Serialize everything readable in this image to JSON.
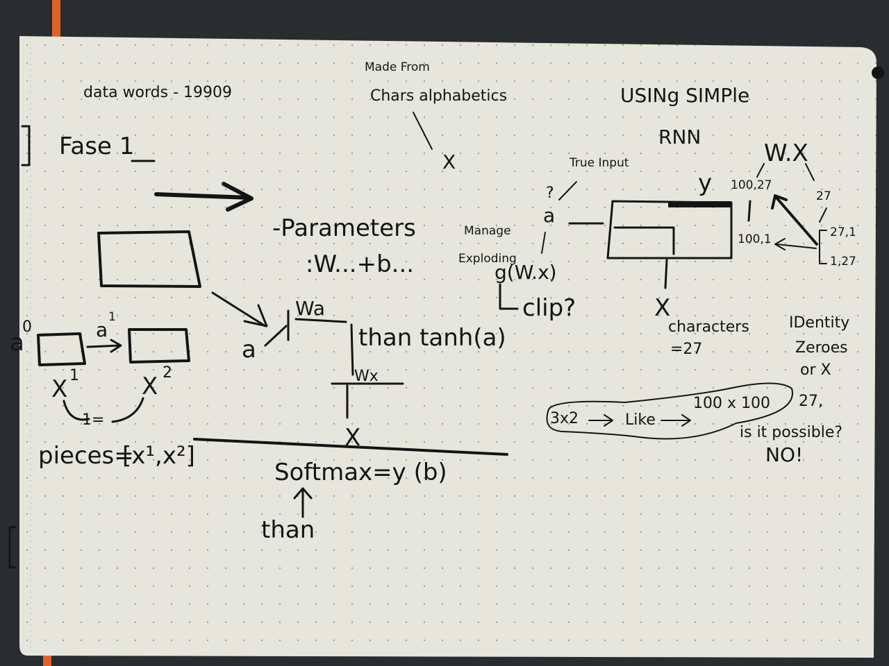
{
  "notes": {
    "top_left": "data words - 19909",
    "made_from": "Made From",
    "chars_alpha": "Chars alphabetics",
    "using": "USINg SIMPle",
    "rnn": "RNN",
    "fase": "Fase 1",
    "parameters": "-Parameters",
    "params_expr": ":W...+b...",
    "true_input": "True Input",
    "question": "?",
    "a_dot": "a",
    "manage": "Manage",
    "exploding": "Exploding",
    "g_wx": "g(W.x)",
    "clip": "clip?",
    "wx_top": "W.X",
    "y_top": "y",
    "dim_100_27": "100,27",
    "dim_27": "27",
    "dim_27_1": "27,1",
    "dim_100_1": "100,1",
    "dim_1_27": "1,27",
    "x_under_box": "X",
    "characters": "characters",
    "eq27": "=27",
    "identity": "IDentity",
    "zeroes": "Zeroes",
    "or_x": "or X",
    "a0": "a",
    "a0_sup": "0",
    "a1": "a",
    "a1_sup": "1",
    "x1": "X",
    "x1_sup": "1",
    "x2": "X",
    "x2_sup": "2",
    "loop_eq": "1=",
    "pieces": "pieces=",
    "pieces_list": "[x¹,x²]",
    "wa": "Wa",
    "a_in": "a",
    "than_tanh": "than tanh(a)",
    "wx_small": "Wx",
    "x_small": "X",
    "softmax": "Softmax=y (b)",
    "than": "than",
    "shape_3x2": "3x2",
    "like": "Like",
    "shape_100": "100 x 100",
    "dot27": "27,",
    "is_it": "is it possible?",
    "no": "NO!",
    "x_mark": "X"
  },
  "colors": {
    "paper": "#e7e6dc",
    "ink": "#141414",
    "background": "#2a2d30",
    "accent": "#e0622a"
  }
}
